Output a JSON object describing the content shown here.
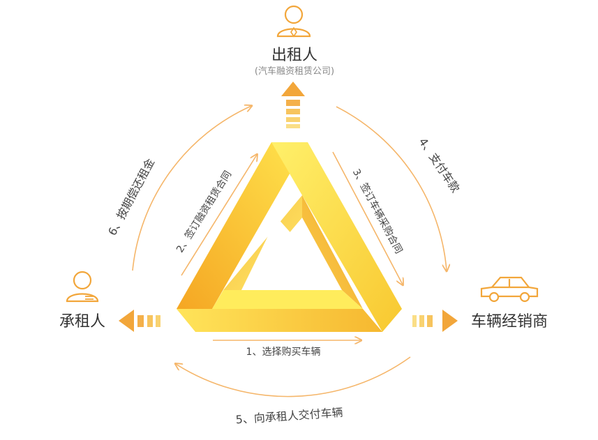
{
  "colors": {
    "accent": "#F2A63A",
    "arc": "#F5B66A",
    "triangle_light": "#FFEE58",
    "triangle_mid": "#F9D423",
    "triangle_dark": "#F5A623",
    "text": "#333333",
    "subtext": "#888888"
  },
  "nodes": {
    "lessor": {
      "icon": "person-tie-icon",
      "label": "出租人",
      "sublabel": "(汽车融资租赁公司)"
    },
    "lessee": {
      "icon": "person-icon",
      "label": "承租人"
    },
    "dealer": {
      "icon": "car-icon",
      "label": "车辆经销商"
    }
  },
  "steps": {
    "s1": "1、选择购买车辆",
    "s2": "2、签订融资租赁合同",
    "s3": "3、签订车辆采购合同",
    "s4": "4、支付车款",
    "s5": "5、向承租人交付车辆",
    "s6": "6、按期偿还租金"
  }
}
